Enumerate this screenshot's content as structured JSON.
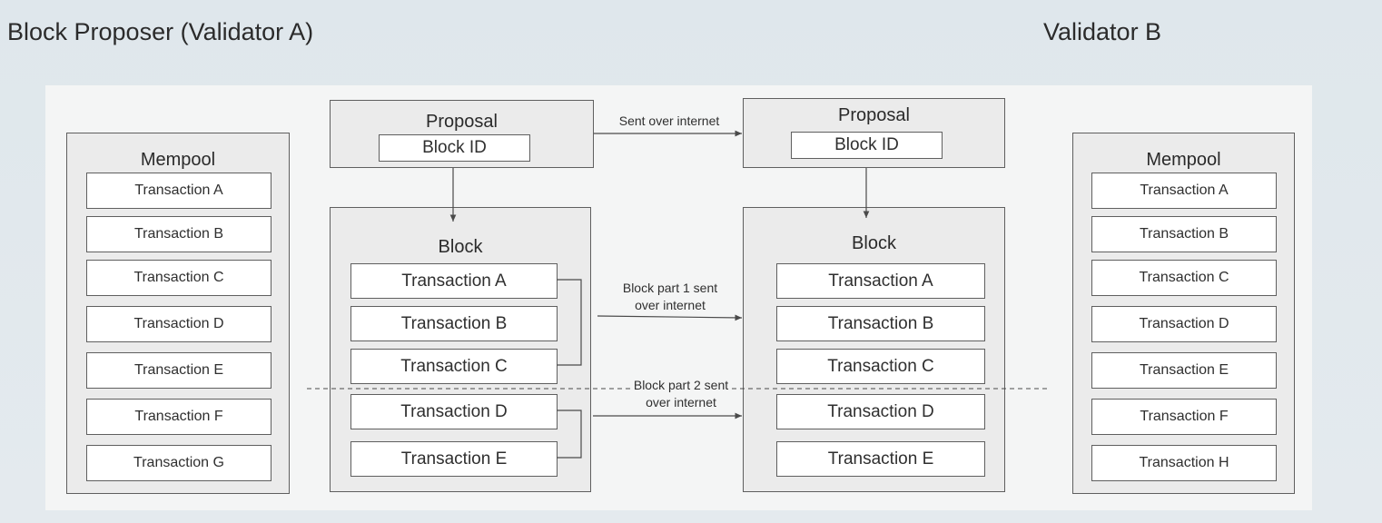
{
  "header": {
    "left_title": "Block Proposer (Validator A)",
    "right_title": "Validator B"
  },
  "validator_a": {
    "mempool": {
      "title": "Mempool",
      "items": [
        "Transaction A",
        "Transaction B",
        "Transaction C",
        "Transaction D",
        "Transaction E",
        "Transaction F",
        "Transaction G"
      ]
    },
    "proposal": {
      "title": "Proposal",
      "block_id": "Block ID"
    },
    "block": {
      "title": "Block",
      "items": [
        "Transaction A",
        "Transaction B",
        "Transaction C",
        "Transaction D",
        "Transaction E"
      ]
    }
  },
  "validator_b": {
    "mempool": {
      "title": "Mempool",
      "items": [
        "Transaction A",
        "Transaction B",
        "Transaction C",
        "Transaction D",
        "Transaction E",
        "Transaction F",
        "Transaction H"
      ]
    },
    "proposal": {
      "title": "Proposal",
      "block_id": "Block ID"
    },
    "block": {
      "title": "Block",
      "items": [
        "Transaction A",
        "Transaction B",
        "Transaction C",
        "Transaction D",
        "Transaction E"
      ]
    }
  },
  "edges": {
    "proposal_sent": "Sent over internet",
    "part1_line1": "Block part 1 sent",
    "part1_line2": "over internet",
    "part2_line1": "Block part 2 sent",
    "part2_line2": "over internet"
  },
  "colors": {
    "panel_fill": "#ebebeb",
    "item_fill": "#ffffff",
    "stroke": "#5f5f5f"
  }
}
